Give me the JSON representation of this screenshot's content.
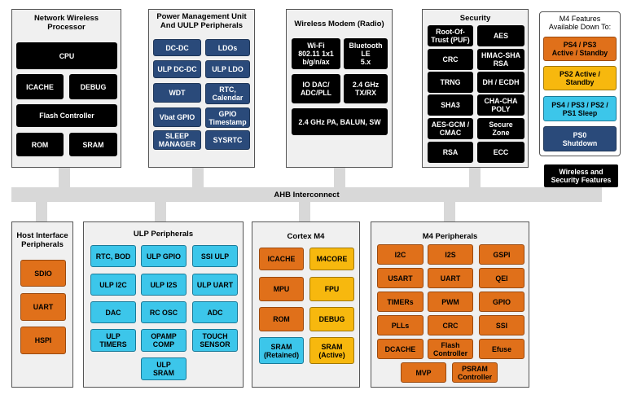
{
  "bus_label": "AHB Interconnect",
  "network_wireless_processor": {
    "title": "Network Wireless\nProcessor",
    "blocks": [
      "CPU",
      "ICACHE",
      "DEBUG",
      "Flash Controller",
      "ROM",
      "SRAM"
    ]
  },
  "power_management": {
    "title": "Power Management Unit\nAnd UULP Peripherals",
    "blocks": [
      "DC-DC",
      "LDOs",
      "ULP DC-DC",
      "ULP LDO",
      "WDT",
      "RTC,\nCalendar",
      "Vbat GPIO",
      "GPIO\nTimestamp",
      "SLEEP\nMANAGER",
      "SYSRTC"
    ]
  },
  "wireless_modem": {
    "title": "Wireless Modem (Radio)",
    "blocks": [
      "Wi-Fi\n802.11 1x1\nb/g/n/ax",
      "Bluetooth\nLE\n5.x",
      "IO DAC/\nADC/PLL",
      "2.4 GHz\nTX/RX",
      "2.4 GHz PA, BALUN, SW"
    ]
  },
  "security": {
    "title": "Security",
    "blocks": [
      "Root-Of-\nTrust (PUF)",
      "AES",
      "CRC",
      "HMAC-SHA\nRSA",
      "TRNG",
      "DH / ECDH",
      "SHA3",
      "CHA-CHA\nPOLY",
      "AES-GCM /\nCMAC",
      "Secure\nZone",
      "RSA",
      "ECC"
    ]
  },
  "legend": {
    "title": "M4 Features\nAvailable Down To:",
    "items": [
      "PS4 / PS3\nActive / Standby",
      "PS2 Active /\nStandby",
      "PS4 / PS3 / PS2 /\nPS1 Sleep",
      "PS0\nShutdown"
    ],
    "wireless_security_label": "Wireless and\nSecurity Features"
  },
  "host_interface": {
    "title": "Host Interface\nPeripherals",
    "blocks": [
      "SDIO",
      "UART",
      "HSPI"
    ]
  },
  "ulp_peripherals": {
    "title": "ULP Peripherals",
    "blocks": [
      "RTC, BOD",
      "ULP GPIO",
      "SSI ULP",
      "ULP I2C",
      "ULP I2S",
      "ULP UART",
      "DAC",
      "RC OSC",
      "ADC",
      "ULP\nTIMERS",
      "OPAMP\nCOMP",
      "TOUCH\nSENSOR",
      "ULP\nSRAM"
    ]
  },
  "cortex_m4": {
    "title": "Cortex M4",
    "blocks": [
      "ICACHE",
      "M4CORE",
      "MPU",
      "FPU",
      "ROM",
      "DEBUG",
      "SRAM\n(Retained)",
      "SRAM\n(Active)"
    ]
  },
  "m4_peripherals": {
    "title": "M4 Peripherals",
    "blocks": [
      "I2C",
      "I2S",
      "GSPI",
      "USART",
      "UART",
      "QEI",
      "TIMERs",
      "PWM",
      "GPIO",
      "PLLs",
      "CRC",
      "SSI",
      "DCACHE",
      "Flash\nController",
      "Efuse",
      "MVP",
      "PSRAM\nController"
    ]
  }
}
